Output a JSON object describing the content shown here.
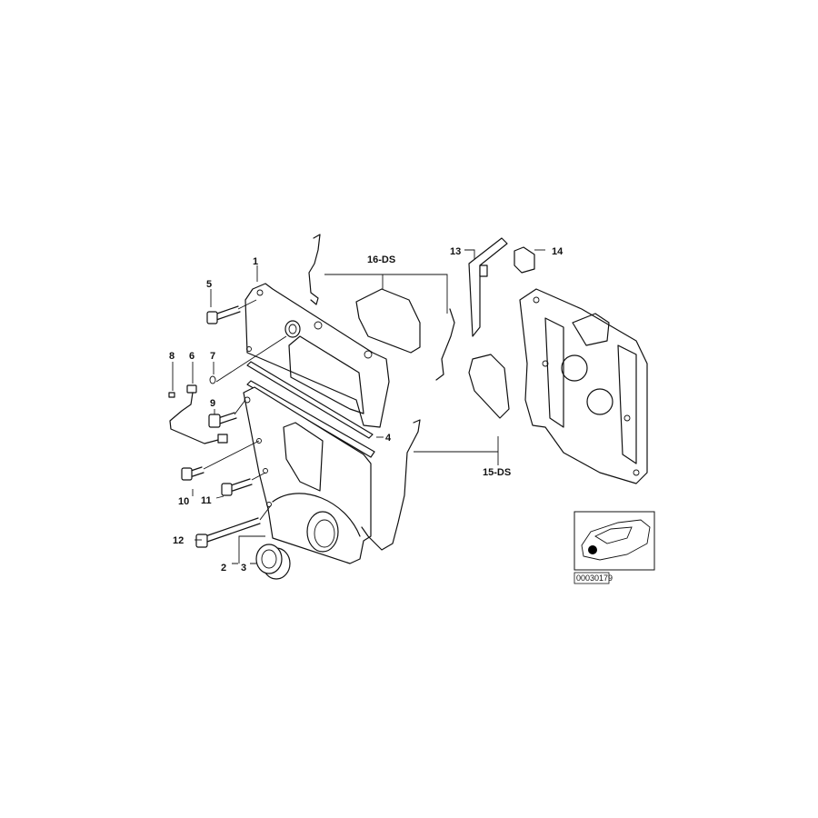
{
  "diagram": {
    "callouts": {
      "p1": "1",
      "p2": "2",
      "p3": "3",
      "p4": "4",
      "p5": "5",
      "p6": "6",
      "p7": "7",
      "p8": "8",
      "p9": "9",
      "p10": "10",
      "p11": "11",
      "p12": "12",
      "p13": "13",
      "p14": "14",
      "p15": "15-DS",
      "p16": "16-DS"
    },
    "inset": {
      "image_code": "00030179",
      "marker_color": "#000000"
    }
  }
}
